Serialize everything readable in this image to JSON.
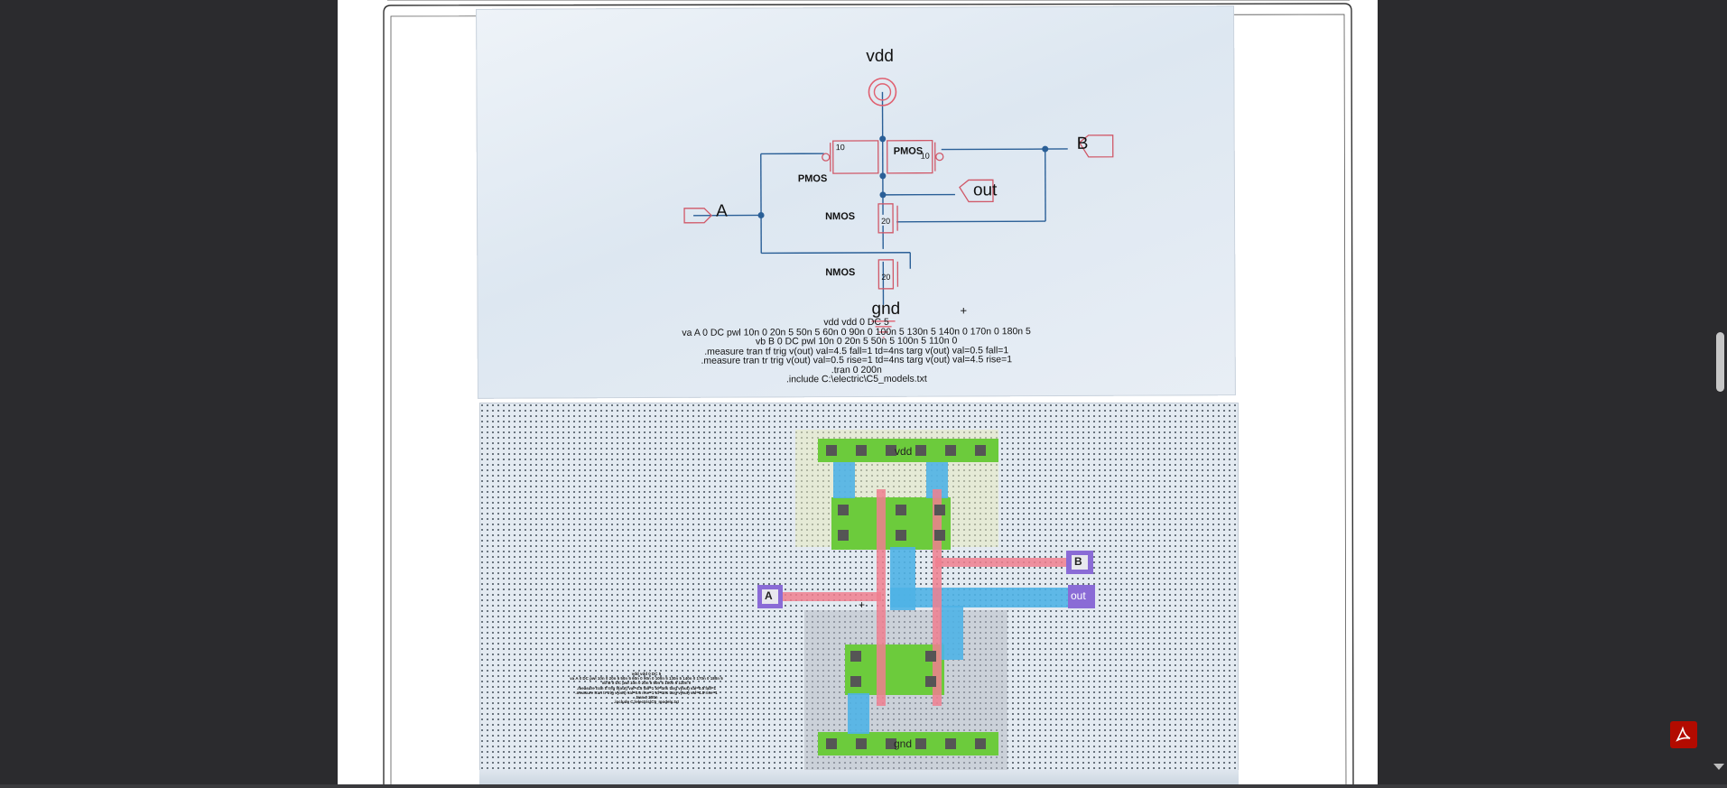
{
  "schematic": {
    "vdd": "vdd",
    "gnd": "gnd",
    "port_a": "A",
    "port_b": "B",
    "port_out": "out",
    "pmos_left": "PMOS",
    "pmos_right": "PMOS",
    "nmos_top": "NMOS",
    "nmos_bottom": "NMOS",
    "w_pmos_left": "10",
    "w_pmos_right": "10",
    "w_nmos_top": "20",
    "w_nmos_bottom": "20"
  },
  "spice": [
    "vdd vdd 0 DC 5",
    "va A 0 DC pwl 10n 0 20n 5 50n 5 60n 0 90n 0 100n 5 130n 5 140n 0 170n 0 180n 5",
    "vb B 0 DC pwl 10n 0 20n 5 50n 5 100n 5 110n 0",
    ".measure tran tf trig v(out) val=4.5 fall=1 td=4ns targ v(out) val=0.5 fall=1",
    ".measure tran tr trig v(out) val=0.5 rise=1 td=4ns targ v(out) val=4.5 rise=1",
    ".tran 0 200n",
    ".include C:\\electric\\C5_models.txt"
  ],
  "layout": {
    "vdd": "vdd",
    "gnd": "gnd",
    "pin_a": "A",
    "pin_b": "B",
    "pin_out": "out"
  },
  "colors": {
    "scan_paper": "#e3eaf1",
    "wire": "#2a5f97",
    "pin": "#d33a4a",
    "metal1": "#4fb3e6",
    "poly": "#f07f8f",
    "active": "#6ccb3c",
    "pin_box": "#8a6bd6",
    "acrobat_red": "#b30b00"
  },
  "icons": {
    "acrobat": "acrobat-pdf-icon",
    "scroll_down": "scroll-down-arrow-icon"
  }
}
